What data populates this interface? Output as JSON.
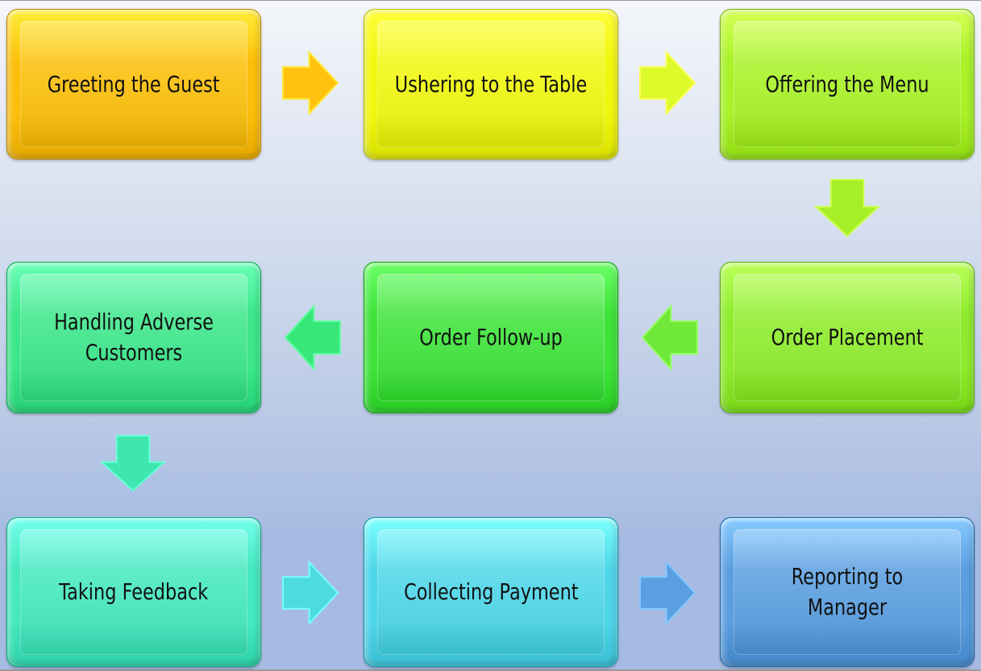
{
  "diagram": {
    "steps": [
      {
        "label": "Greeting the Guest",
        "color": "#fbbf0a"
      },
      {
        "label": "Ushering to the Table",
        "color": "#f0f70f"
      },
      {
        "label": "Offering the Menu",
        "color": "#a8f227"
      },
      {
        "label": "Order Placement",
        "color": "#8eec2c"
      },
      {
        "label": "Order Follow-up",
        "color": "#3ee33a"
      },
      {
        "label": "Handling Adverse Customers",
        "color": "#3ce68a"
      },
      {
        "label": "Taking Feedback",
        "color": "#45e8bf"
      },
      {
        "label": "Collecting Payment",
        "color": "#4ed6e8"
      },
      {
        "label": "Reporting to Manager",
        "color": "#5a9ee0"
      }
    ],
    "arrows": [
      {
        "from": "Greeting the Guest",
        "to": "Ushering to the Table",
        "direction": "right",
        "color": "#ffc20f"
      },
      {
        "from": "Ushering to the Table",
        "to": "Offering the Menu",
        "direction": "right",
        "color": "#ddfa2a"
      },
      {
        "from": "Offering the Menu",
        "to": "Order Placement",
        "direction": "down",
        "color": "#a6ef28"
      },
      {
        "from": "Order Placement",
        "to": "Order Follow-up",
        "direction": "left",
        "color": "#6fe83a"
      },
      {
        "from": "Order Follow-up",
        "to": "Handling Adverse Customers",
        "direction": "left",
        "color": "#38e77a"
      },
      {
        "from": "Handling Adverse Customers",
        "to": "Taking Feedback",
        "direction": "down",
        "color": "#3fe6b0"
      },
      {
        "from": "Taking Feedback",
        "to": "Collecting Payment",
        "direction": "right",
        "color": "#4edbe0"
      },
      {
        "from": "Collecting Payment",
        "to": "Reporting to Manager",
        "direction": "right",
        "color": "#5aa0e0"
      }
    ]
  }
}
